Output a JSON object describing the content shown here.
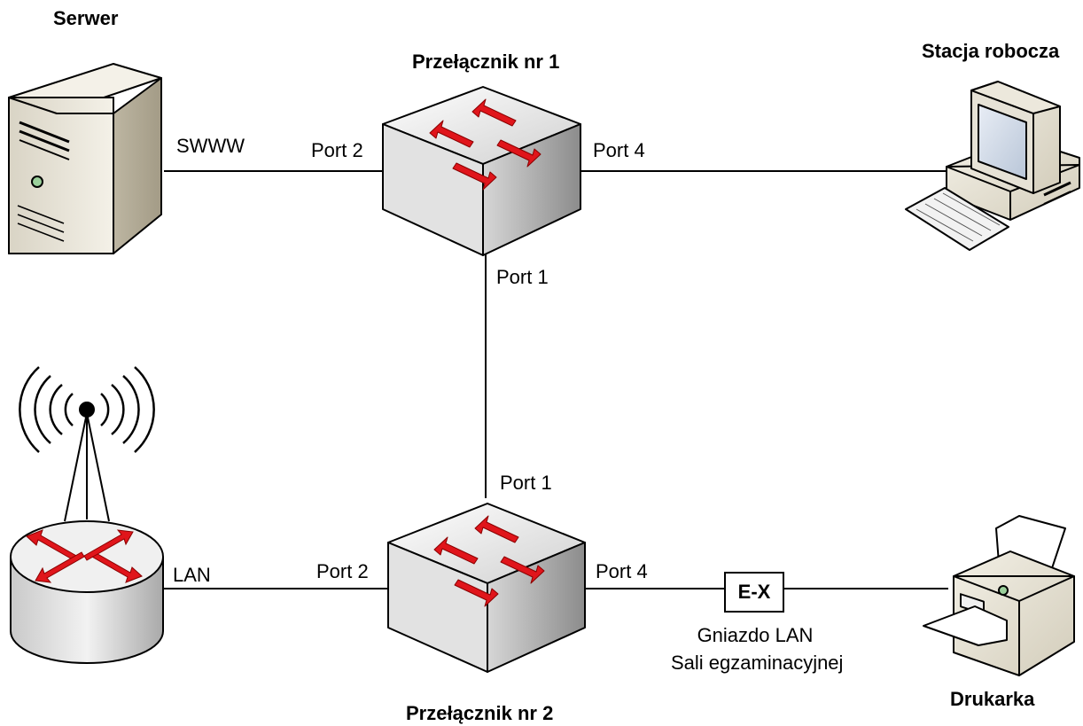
{
  "devices": {
    "server": {
      "title": "Serwer",
      "port_label": "SWWW"
    },
    "switch1": {
      "title": "Przełącznik nr 1",
      "port_left": "Port 2",
      "port_right": "Port 4",
      "port_bottom": "Port 1"
    },
    "workstation": {
      "title": "Stacja robocza"
    },
    "router": {
      "port_label": "LAN"
    },
    "switch2": {
      "title": "Przełącznik nr 2",
      "port_top": "Port 1",
      "port_left": "Port 2",
      "port_right": "Port 4"
    },
    "socket": {
      "label": "E-X",
      "caption_line1": "Gniazdo LAN",
      "caption_line2": "Sali egzaminacyjnej"
    },
    "printer": {
      "title": "Drukarka"
    }
  },
  "colors": {
    "arrow": "#e0151b",
    "line": "#000000"
  }
}
